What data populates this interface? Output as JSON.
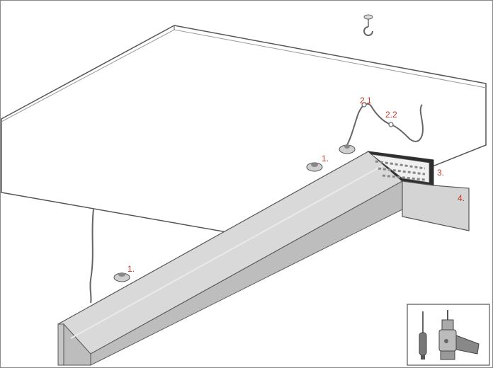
{
  "labels": {
    "hook_mount": "1.",
    "hook_mount_lower": "1.",
    "cable_point_a": "2.1",
    "cable_point_b": "2.2",
    "profile_insert": "3.",
    "end_cap": "4."
  },
  "tools": {
    "items": [
      "screwdriver-icon",
      "drill-icon"
    ]
  },
  "colors": {
    "label": "#c0392b",
    "line": "#444444",
    "profile_fill": "#d6d6d6",
    "profile_side": "#bdbdbd",
    "ceiling_fill": "#ffffff"
  }
}
